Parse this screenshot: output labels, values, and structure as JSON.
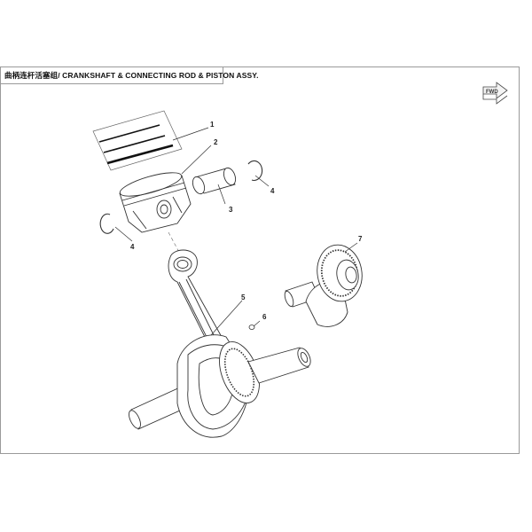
{
  "title": "曲柄连杆活塞组/ CRANKSHAFT & CONNECTING ROD & PISTON ASSY.",
  "fwd_icon_label": "FWD",
  "callouts": [
    {
      "id": "1",
      "label": "1"
    },
    {
      "id": "2",
      "label": "2"
    },
    {
      "id": "3",
      "label": "3"
    },
    {
      "id": "4a",
      "label": "4"
    },
    {
      "id": "4b",
      "label": "4"
    },
    {
      "id": "5",
      "label": "5"
    },
    {
      "id": "6",
      "label": "6"
    },
    {
      "id": "7",
      "label": "7"
    }
  ],
  "colors": {
    "line": "#3a3a3a",
    "frame": "#9a9a9a",
    "ring": "#111111"
  }
}
